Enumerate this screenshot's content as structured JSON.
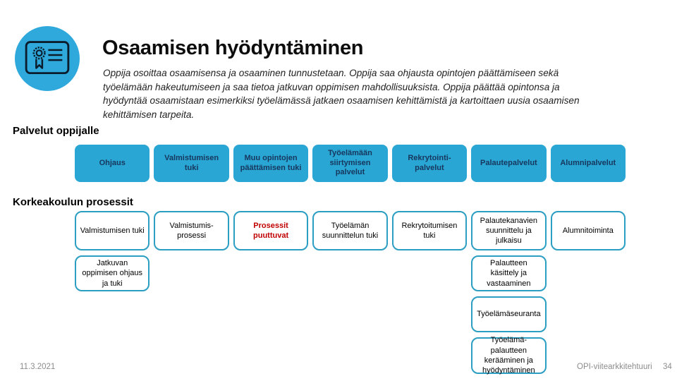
{
  "slide": {
    "title": "Osaamisen hyödyntäminen",
    "lead": "Oppija osoittaa osaamisensa ja osaaminen tunnustetaan. Oppija saa ohjausta opintojen päättämiseen sekä työelämään hakeutumiseen ja saa tietoa jatkuvan oppimisen mahdollisuuksista. Oppija päättää opintonsa ja hyödyntää osaamistaan esimerkiksi työelämässä jatkaen osaamisen kehittämistä ja kartoittaen uusia osaamisen kehittämisen tarpeita.",
    "date": "11.3.2021",
    "footer_label": "OPI-viitearkkitehtuuri",
    "page_number": "34"
  },
  "colors": {
    "accent_cyan": "#29A6D3",
    "icon_circle_cyan": "#2FA9DC",
    "outline_teal": "#2B9EC2",
    "navy_text": "#17375E",
    "alert_red": "#C00000",
    "footer_gray": "#8C8C8C"
  },
  "palvelut": {
    "heading": "Palvelut oppijalle",
    "boxes": [
      "Ohjaus",
      "Valmistumisen tuki",
      "Muu opintojen päättämisen tuki",
      "Työelämään siirtymisen palvelut",
      "Rekrytointi­palvelut",
      "Palautepalvelut",
      "Alumnipalvelut"
    ]
  },
  "prosessit": {
    "heading": "Korkeakoulun prosessit",
    "row1": [
      "Valmistumisen tuki",
      "Valmistumis­prosessi",
      "Prosessit puuttuvat",
      "Työelämän suunnittelun tuki",
      "Rekrytoitumisen tuki",
      "Palautekanavien suunnittelu ja julkaisu",
      "Alumnitoiminta"
    ],
    "row2_col1": "Jatkuvan oppimisen ohjaus ja tuki",
    "row2_col6": "Palautteen käsittely ja vastaaminen",
    "row3_col6": "Työelämäseuranta",
    "row4_col6": "Työelämä­palautteen kerääminen ja hyödyntäminen"
  }
}
